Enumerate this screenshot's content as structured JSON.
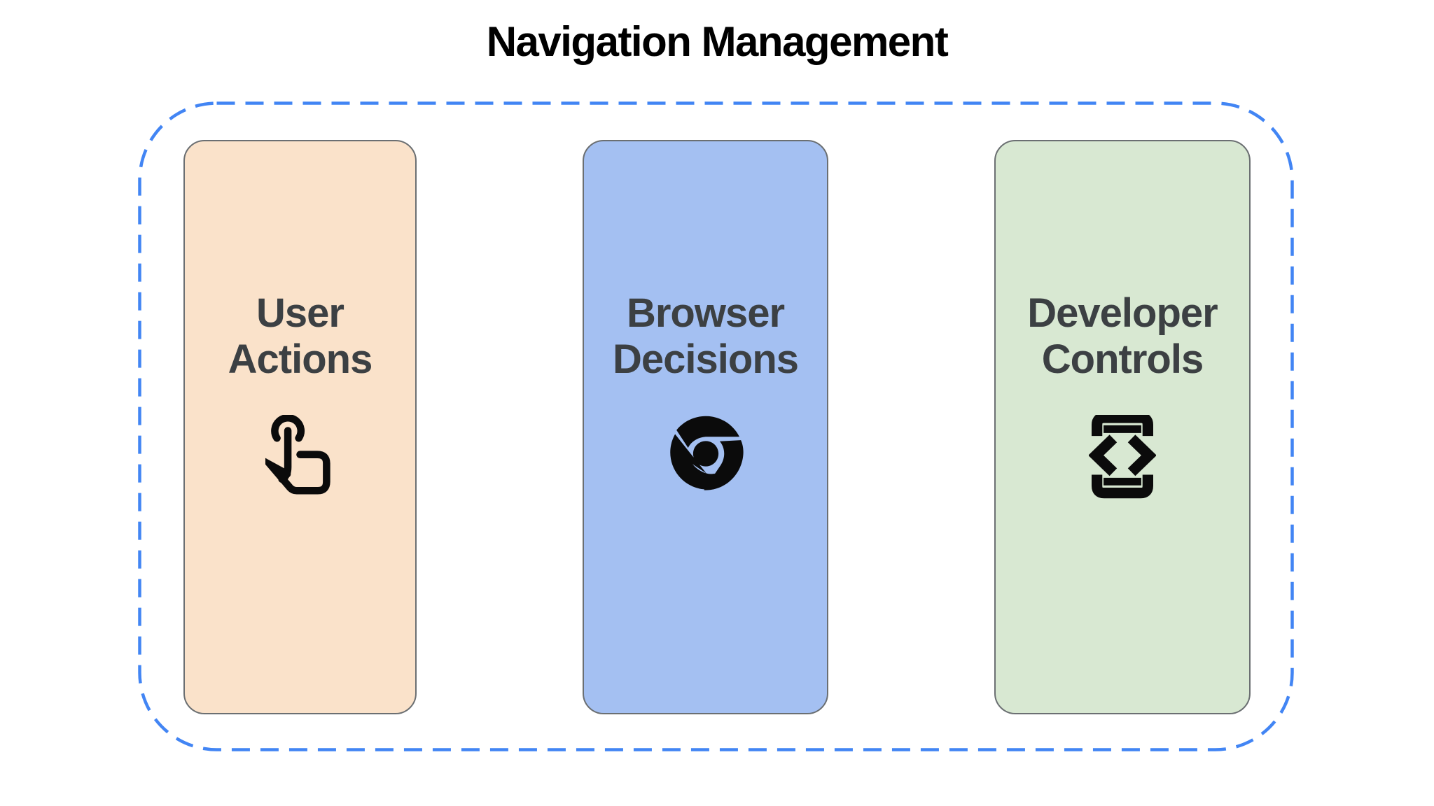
{
  "title": "Navigation Management",
  "frame": {
    "border_color": "#4285F4"
  },
  "cards": [
    {
      "label": "User\nActions",
      "bg": "#FAE2CA",
      "icon": "touch-gesture-icon"
    },
    {
      "label": "Browser\nDecisions",
      "bg": "#A4C0F2",
      "icon": "chrome-icon"
    },
    {
      "label": "Developer\nControls",
      "bg": "#D8E8D2",
      "icon": "developer-mode-icon"
    }
  ],
  "colors": {
    "background": "#FFFFFF",
    "title_text": "#000000",
    "card_text": "#3C4043",
    "card_outline": "#6B6F72",
    "icon": "#0B0B0B",
    "frame_border": "#4285F4"
  }
}
